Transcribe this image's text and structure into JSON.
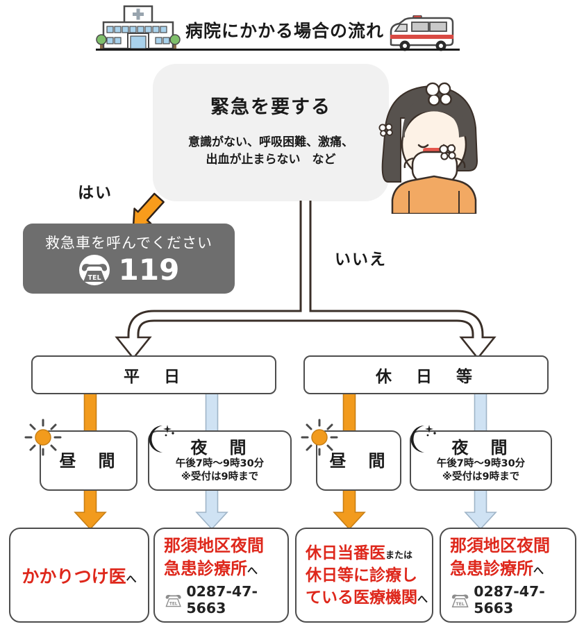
{
  "page": {
    "title": "病院にかかる場合の流れ"
  },
  "decision_bubble": {
    "heading": "緊急を要する",
    "detail_line1": "意識がない、呼吸困難、激痛、",
    "detail_line2": "出血が止まらない　など"
  },
  "branch_labels": {
    "yes": "はい",
    "no": "いいえ"
  },
  "emergency_box": {
    "message": "救急車を呼んでください",
    "tel_label": "TEL",
    "phone_number": "119"
  },
  "day_boxes": {
    "weekday": "平　日",
    "holiday": "休　日　等"
  },
  "time_boxes": {
    "daytime": "昼　間",
    "night": "夜　間",
    "night_hours": "午後7時～9時30分",
    "night_note": "※受付は9時まで"
  },
  "destination_boxes": {
    "weekday_daytime": {
      "main": "かかりつけ医",
      "suffix": "へ"
    },
    "weekday_night": {
      "line1": "那須地区夜間",
      "line2": "急患診療所",
      "suffix": "へ",
      "tel_label": "TEL",
      "phone_number": "0287-47-5663"
    },
    "holiday_daytime": {
      "line1": "休日当番医",
      "line1_note": "または",
      "line2": "休日等に診療し",
      "line3": "ている医療機関",
      "suffix": "へ"
    },
    "holiday_night": {
      "line1": "那須地区夜間",
      "line2": "急患診療所",
      "suffix": "へ",
      "tel_label": "TEL",
      "phone_number": "0287-47-5663"
    }
  },
  "colors": {
    "accent_orange": "#F29B1D",
    "accent_blue": "#CFE2F3",
    "emergency_gray": "#6E6E6E",
    "alert_red": "#DE271B",
    "bubble_gray": "#F1F1F1"
  }
}
